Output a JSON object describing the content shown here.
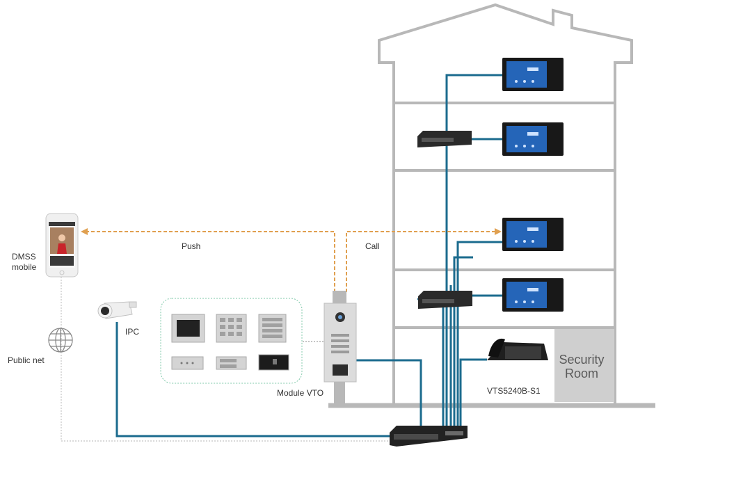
{
  "labels": {
    "dmss_line1": "DMSS",
    "dmss_line2": "mobile",
    "public_net": "Public net",
    "ipc": "IPC",
    "push": "Push",
    "call": "Call",
    "module_vto": "Module VTO",
    "vts": "VTS5240B-S1",
    "security_line1": "Security",
    "security_line2": "Room"
  },
  "colors": {
    "cable": "#1b6b8e",
    "signal_arrow": "#e0a050",
    "building": "#b8b8b8",
    "security_room_fill": "#cfcfcf",
    "module_group_border": "#7fc8a9"
  },
  "icons": {
    "phone": "smartphone-icon",
    "globe": "globe-icon",
    "camera": "bullet-camera-icon",
    "vto": "door-station-icon",
    "monitor": "indoor-monitor-icon",
    "switch": "network-switch-icon",
    "master_station": "master-station-icon"
  }
}
